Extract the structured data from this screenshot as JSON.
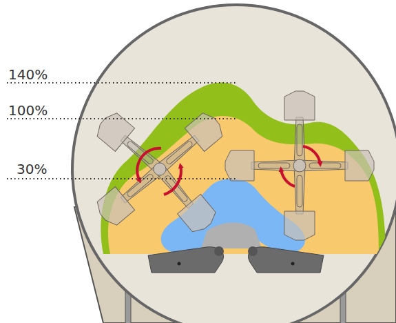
{
  "diagram": {
    "labels": [
      "140%",
      "100%",
      "30%"
    ]
  }
}
